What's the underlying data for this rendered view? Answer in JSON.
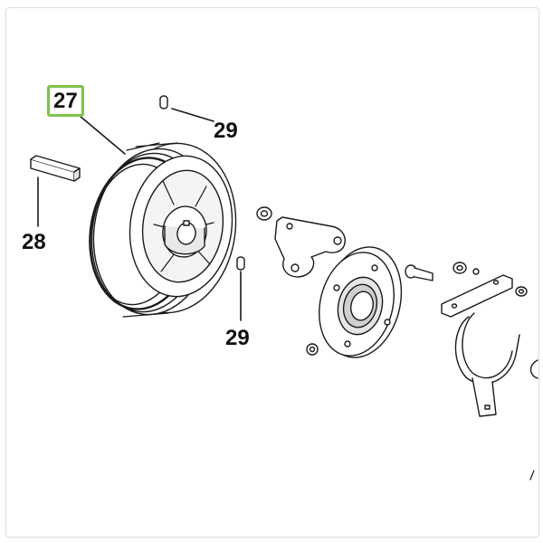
{
  "callouts": [
    {
      "id": "27",
      "label": "27",
      "highlighted": true
    },
    {
      "id": "29a",
      "label": "29",
      "highlighted": false
    },
    {
      "id": "28",
      "label": "28",
      "highlighted": false
    },
    {
      "id": "29b",
      "label": "29",
      "highlighted": false
    }
  ],
  "colors": {
    "highlight": "#7dc24b",
    "line": "#1a1a1a",
    "shade": "#d9d9d9"
  }
}
